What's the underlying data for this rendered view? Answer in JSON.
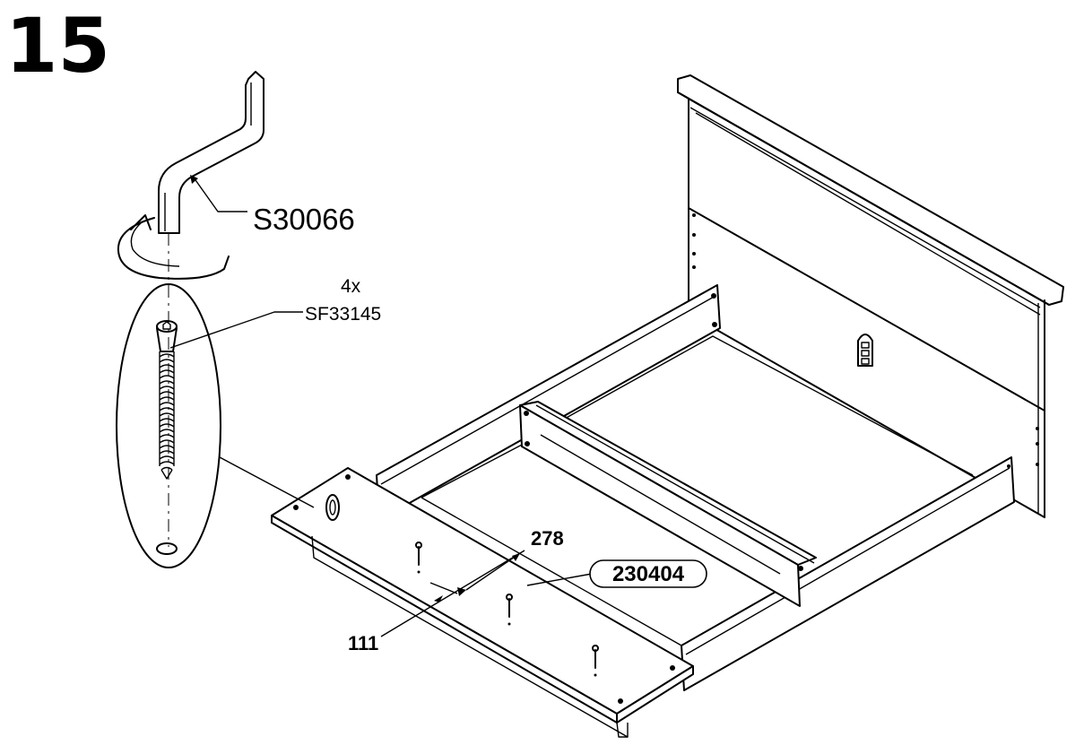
{
  "step_number": "15",
  "tool": {
    "code": "S30066",
    "icon": "allen-key-icon"
  },
  "screw": {
    "quantity": "4x",
    "code": "SF33145",
    "icon": "screw-icon"
  },
  "dimensions": {
    "a": "278",
    "b": "111"
  },
  "panel": {
    "code": "230404"
  },
  "rotation_icon": "rotate-clockwise-icon",
  "colors": {
    "line": "#000000",
    "background": "#ffffff"
  }
}
